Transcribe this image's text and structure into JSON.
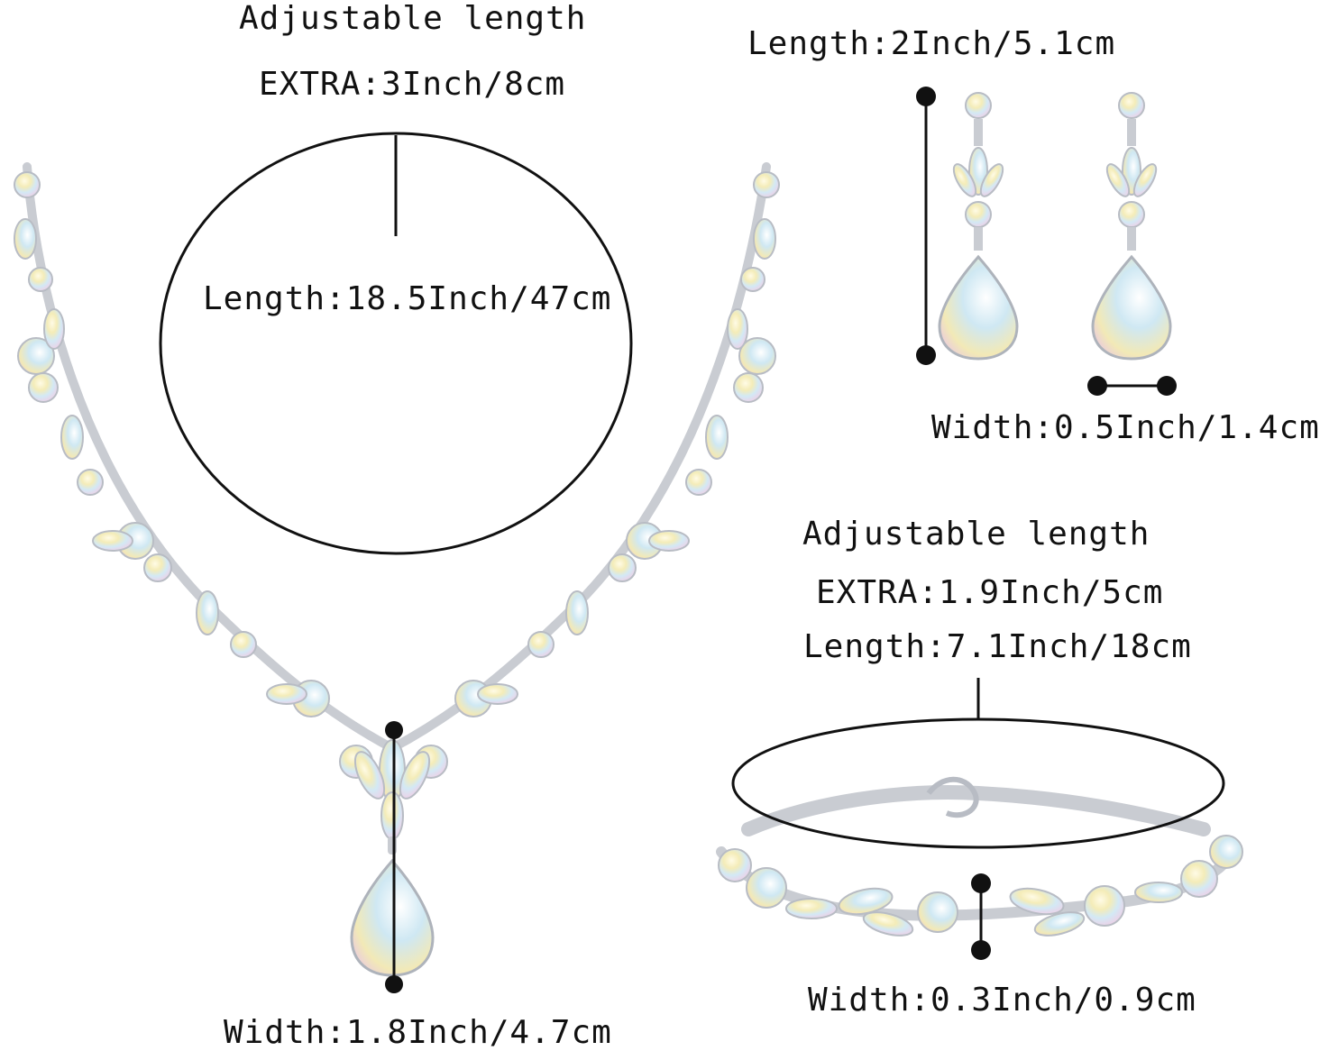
{
  "necklace": {
    "adjust_title": "Adjustable length",
    "extra": "EXTRA:3Inch/8cm",
    "length": "Length:18.5Inch/47cm",
    "width": "Width:1.8Inch/4.7cm"
  },
  "earrings": {
    "length": "Length:2Inch/5.1cm",
    "width": "Width:0.5Inch/1.4cm"
  },
  "bracelet": {
    "adjust_title": "Adjustable length",
    "extra": "EXTRA:1.9Inch/5cm",
    "length": "Length:7.1Inch/18cm",
    "width": "Width:0.3Inch/0.9cm"
  },
  "colors": {
    "ink": "#111111",
    "metal": "#c9ccd2",
    "gem_a": "#f6f0c4",
    "gem_b": "#cfe8f4",
    "gem_c": "#f2d3e8"
  }
}
